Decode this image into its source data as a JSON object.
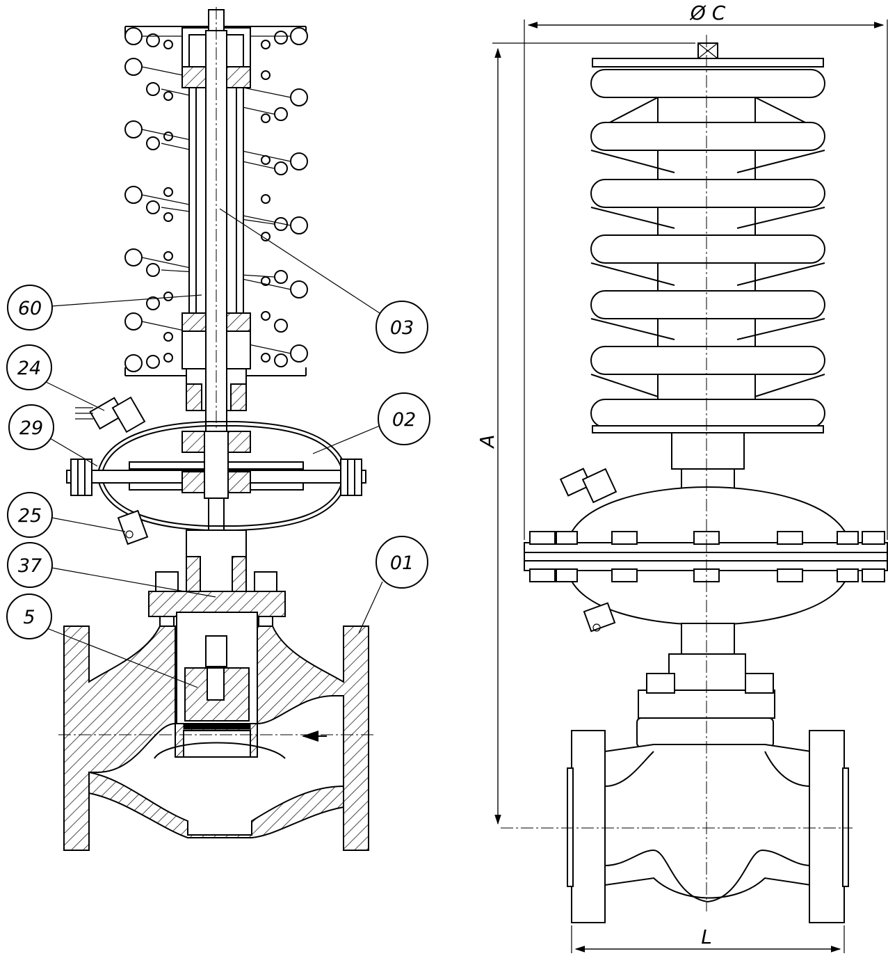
{
  "callouts": [
    {
      "label": "60"
    },
    {
      "label": "03"
    },
    {
      "label": "24"
    },
    {
      "label": "29"
    },
    {
      "label": "02"
    },
    {
      "label": "25"
    },
    {
      "label": "37"
    },
    {
      "label": "01"
    },
    {
      "label": "5"
    }
  ],
  "dimensions": {
    "diameter": "Ø C",
    "height": "A",
    "length": "L"
  }
}
